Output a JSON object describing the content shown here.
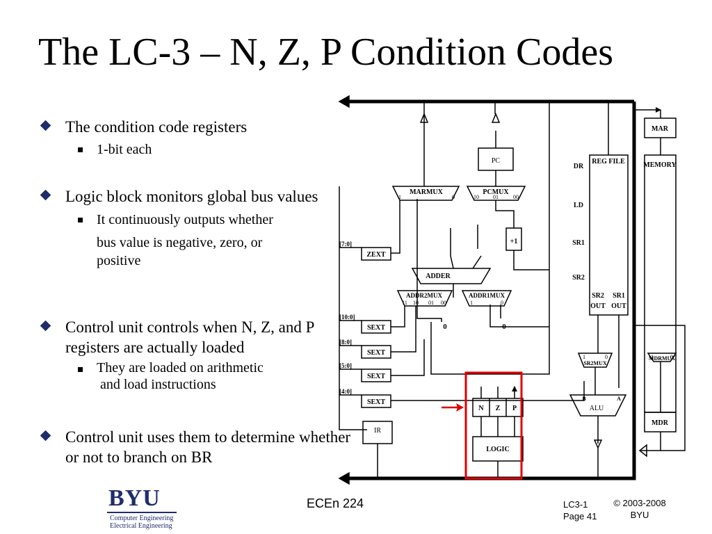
{
  "slide": {
    "title": "The LC-3 – N, Z, P Condition Codes"
  },
  "bullets": [
    {
      "text": "The condition code registers",
      "sub": [
        {
          "lines": [
            "1-bit each"
          ]
        }
      ]
    },
    {
      "text": "Logic block monitors global bus values",
      "sub": [
        {
          "lines": [
            "It continuously outputs whether",
            "bus value is negative, zero, or",
            "positive"
          ]
        }
      ]
    },
    {
      "text": "Control unit controls when N, Z, and P registers are actually loaded",
      "sub": [
        {
          "lines": [
            "They are loaded on arithmetic",
            " and load instructions"
          ]
        }
      ]
    },
    {
      "text": "Control unit uses them to determine whether or not to branch on BR",
      "sub": []
    }
  ],
  "diagram": {
    "labels": {
      "mar": "MAR",
      "memory": "MEMORY",
      "mdr": "MDR",
      "mdrmux": "MDRMUX",
      "regfile": "REG FILE",
      "dr": "DR",
      "ld": "LD",
      "sr1": "SR1",
      "sr2": "SR2",
      "sr2out": "SR2",
      "sr1out": "SR1",
      "out": "OUT",
      "pc": "PC",
      "pcmux": "PCMUX",
      "marmux": "MARMUX",
      "plus1": "+1",
      "adder": "ADDER",
      "addr2mux": "ADDR2MUX",
      "addr1mux": "ADDR1MUX",
      "zext": "ZEXT",
      "sext": "SEXT",
      "ir": "IR",
      "logic": "LOGIC",
      "n": "N",
      "z": "Z",
      "p": "P",
      "alu": "ALU",
      "a": "A",
      "b": "B",
      "sr2mux": "SR2MUX",
      "bits_7_0": "[7:0]",
      "bits_10_0": "[10:0]",
      "bits_8_0": "[8:0]",
      "bits_5_0": "[5:0]",
      "bits_4_0": "[4:0]",
      "zero": "0",
      "one": "1",
      "sel_10": "10",
      "sel_01": "01",
      "sel_00": "00",
      "sel_11": "11"
    },
    "highlight_color": "#e00000"
  },
  "footer": {
    "course": "ECEn 224",
    "page_line1": "LC3-1",
    "page_line2": "Page 41",
    "copyright_line1": "© 2003-2008",
    "copyright_line2": "BYU"
  },
  "logo": {
    "word": "BYU",
    "line1": "Computer Engineering",
    "line2": "Electrical Engineering"
  }
}
